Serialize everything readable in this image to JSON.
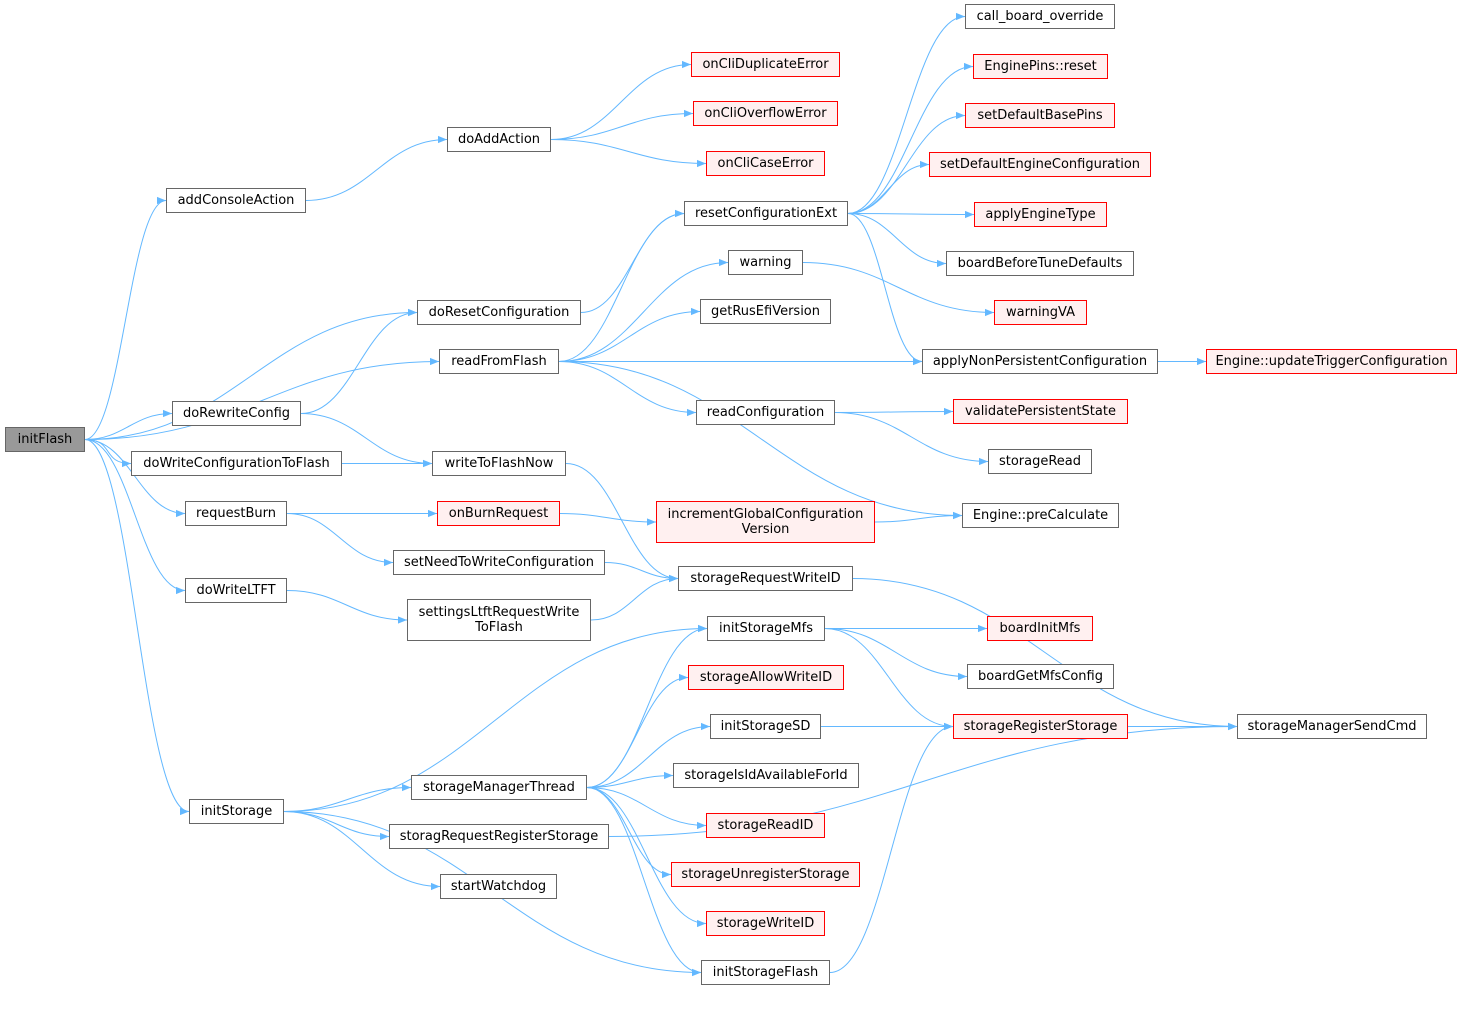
{
  "nodes": {
    "initFlash": "initFlash",
    "addConsoleAction": "addConsoleAction",
    "doAddAction": "doAddAction",
    "onCliDuplicateError": "onCliDuplicateError",
    "onCliOverflowError": "onCliOverflowError",
    "onCliCaseError": "onCliCaseError",
    "doResetConfiguration": "doResetConfiguration",
    "readFromFlash": "readFromFlash",
    "doRewriteConfig": "doRewriteConfig",
    "doWriteConfigurationToFlash": "doWriteConfigurationToFlash",
    "writeToFlashNow": "writeToFlashNow",
    "requestBurn": "requestBurn",
    "onBurnRequest": "onBurnRequest",
    "setNeedToWriteConfiguration": "setNeedToWriteConfiguration",
    "doWriteLTFT": "doWriteLTFT",
    "settingsLtftRequestWriteToFlash": "settingsLtftRequestWrite\nToFlash",
    "initStorage": "initStorage",
    "storageManagerThread": "storageManagerThread",
    "storagRequestRegisterStorage": "storagRequestRegisterStorage",
    "startWatchdog": "startWatchdog",
    "resetConfigurationExt": "resetConfigurationExt",
    "warning": "warning",
    "getRusEfiVersion": "getRusEfiVersion",
    "readConfiguration": "readConfiguration",
    "incrementGlobalConfigurationVersion": "incrementGlobalConfiguration\nVersion",
    "storageRequestWriteID": "storageRequestWriteID",
    "initStorageMfs": "initStorageMfs",
    "storageAllowWriteID": "storageAllowWriteID",
    "initStorageSD": "initStorageSD",
    "storageIsIdAvailableForId": "storageIsIdAvailableForId",
    "storageReadID": "storageReadID",
    "storageUnregisterStorage": "storageUnregisterStorage",
    "storageWriteID": "storageWriteID",
    "initStorageFlash": "initStorageFlash",
    "call_board_override": "call_board_override",
    "EnginePins_reset": "EnginePins::reset",
    "setDefaultBasePins": "setDefaultBasePins",
    "setDefaultEngineConfiguration": "setDefaultEngineConfiguration",
    "applyEngineType": "applyEngineType",
    "boardBeforeTuneDefaults": "boardBeforeTuneDefaults",
    "warningVA": "warningVA",
    "applyNonPersistentConfiguration": "applyNonPersistentConfiguration",
    "validatePersistentState": "validatePersistentState",
    "storageRead": "storageRead",
    "Engine_preCalculate": "Engine::preCalculate",
    "boardInitMfs": "boardInitMfs",
    "boardGetMfsConfig": "boardGetMfsConfig",
    "storageRegisterStorage": "storageRegisterStorage",
    "Engine_updateTriggerConfiguration": "Engine::updateTriggerConfiguration",
    "storageManagerSendCmd": "storageManagerSendCmd"
  },
  "colors": {
    "edge": "#63b8ff",
    "node_border": "#666666",
    "highlight_border": "#ff0000",
    "highlight_fill": "#fff0f0",
    "root_fill": "#999999"
  },
  "edges": [
    [
      "initFlash",
      "addConsoleAction"
    ],
    [
      "initFlash",
      "doResetConfiguration"
    ],
    [
      "initFlash",
      "readFromFlash"
    ],
    [
      "initFlash",
      "doRewriteConfig"
    ],
    [
      "initFlash",
      "doWriteConfigurationToFlash"
    ],
    [
      "initFlash",
      "requestBurn"
    ],
    [
      "initFlash",
      "doWriteLTFT"
    ],
    [
      "initFlash",
      "initStorage"
    ],
    [
      "addConsoleAction",
      "doAddAction"
    ],
    [
      "doAddAction",
      "onCliDuplicateError"
    ],
    [
      "doAddAction",
      "onCliOverflowError"
    ],
    [
      "doAddAction",
      "onCliCaseError"
    ],
    [
      "doResetConfiguration",
      "resetConfigurationExt"
    ],
    [
      "readFromFlash",
      "resetConfigurationExt"
    ],
    [
      "readFromFlash",
      "warning"
    ],
    [
      "readFromFlash",
      "getRusEfiVersion"
    ],
    [
      "readFromFlash",
      "applyNonPersistentConfiguration"
    ],
    [
      "readFromFlash",
      "readConfiguration"
    ],
    [
      "readFromFlash",
      "Engine_preCalculate"
    ],
    [
      "doRewriteConfig",
      "doResetConfiguration"
    ],
    [
      "doRewriteConfig",
      "writeToFlashNow"
    ],
    [
      "doWriteConfigurationToFlash",
      "writeToFlashNow"
    ],
    [
      "writeToFlashNow",
      "storageRequestWriteID"
    ],
    [
      "requestBurn",
      "onBurnRequest"
    ],
    [
      "requestBurn",
      "setNeedToWriteConfiguration"
    ],
    [
      "onBurnRequest",
      "incrementGlobalConfigurationVersion"
    ],
    [
      "setNeedToWriteConfiguration",
      "storageRequestWriteID"
    ],
    [
      "doWriteLTFT",
      "settingsLtftRequestWriteToFlash"
    ],
    [
      "settingsLtftRequestWriteToFlash",
      "storageRequestWriteID"
    ],
    [
      "initStorage",
      "initStorageMfs"
    ],
    [
      "initStorage",
      "storageManagerThread"
    ],
    [
      "initStorage",
      "storagRequestRegisterStorage"
    ],
    [
      "initStorage",
      "startWatchdog"
    ],
    [
      "initStorage",
      "initStorageFlash"
    ],
    [
      "storageManagerThread",
      "initStorageMfs"
    ],
    [
      "storageManagerThread",
      "storageAllowWriteID"
    ],
    [
      "storageManagerThread",
      "initStorageSD"
    ],
    [
      "storageManagerThread",
      "storageIsIdAvailableForId"
    ],
    [
      "storageManagerThread",
      "storageReadID"
    ],
    [
      "storageManagerThread",
      "storageUnregisterStorage"
    ],
    [
      "storageManagerThread",
      "storageWriteID"
    ],
    [
      "storageManagerThread",
      "initStorageFlash"
    ],
    [
      "storagRequestRegisterStorage",
      "storageManagerSendCmd"
    ],
    [
      "resetConfigurationExt",
      "call_board_override"
    ],
    [
      "resetConfigurationExt",
      "EnginePins_reset"
    ],
    [
      "resetConfigurationExt",
      "setDefaultBasePins"
    ],
    [
      "resetConfigurationExt",
      "setDefaultEngineConfiguration"
    ],
    [
      "resetConfigurationExt",
      "applyEngineType"
    ],
    [
      "resetConfigurationExt",
      "boardBeforeTuneDefaults"
    ],
    [
      "resetConfigurationExt",
      "applyNonPersistentConfiguration"
    ],
    [
      "warning",
      "warningVA"
    ],
    [
      "readConfiguration",
      "validatePersistentState"
    ],
    [
      "readConfiguration",
      "storageRead"
    ],
    [
      "incrementGlobalConfigurationVersion",
      "Engine_preCalculate"
    ],
    [
      "storageRequestWriteID",
      "storageManagerSendCmd"
    ],
    [
      "initStorageMfs",
      "boardInitMfs"
    ],
    [
      "initStorageMfs",
      "boardGetMfsConfig"
    ],
    [
      "initStorageMfs",
      "storageRegisterStorage"
    ],
    [
      "initStorageSD",
      "storageRegisterStorage"
    ],
    [
      "initStorageFlash",
      "storageRegisterStorage"
    ],
    [
      "storageRegisterStorage",
      "storageManagerSendCmd"
    ],
    [
      "applyNonPersistentConfiguration",
      "Engine_updateTriggerConfiguration"
    ]
  ]
}
